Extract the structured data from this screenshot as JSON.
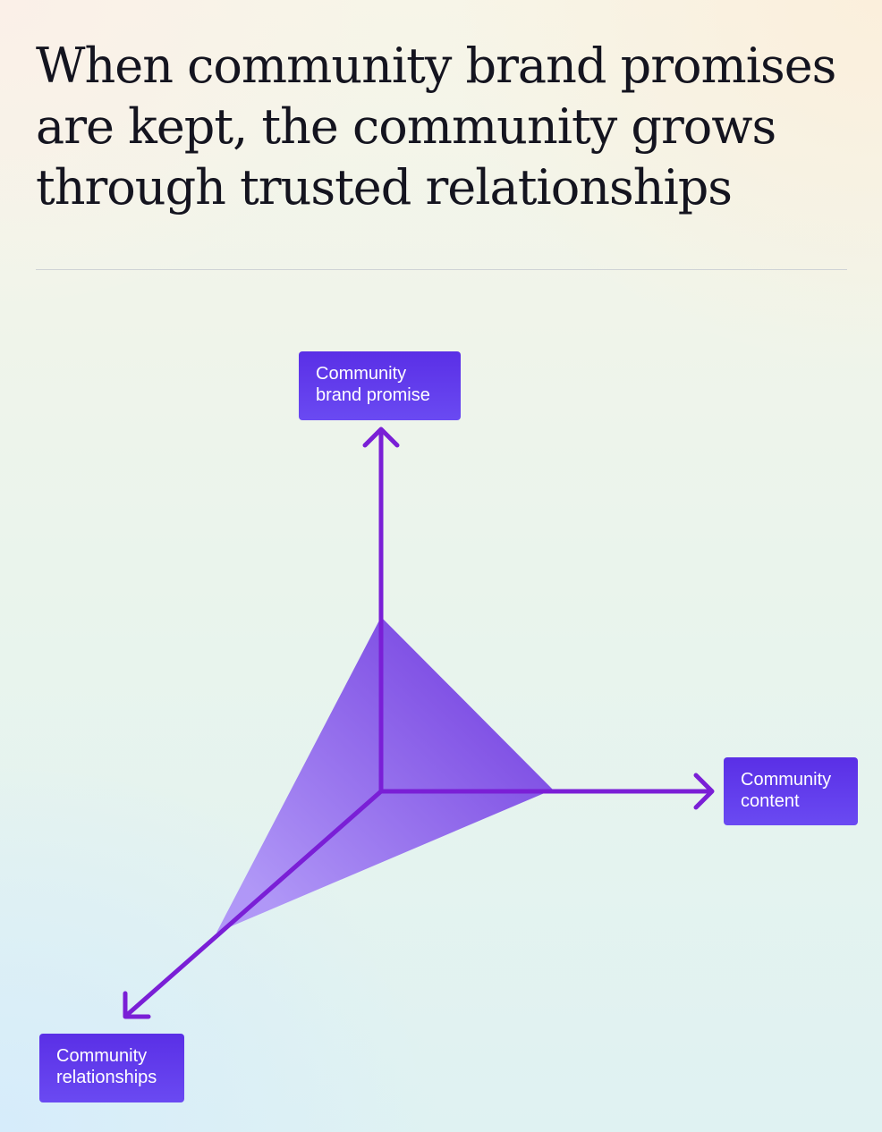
{
  "title": {
    "lines": [
      "When community brand promises",
      "are kept, the community grows",
      "through trusted relationships"
    ]
  },
  "diagram": {
    "axes": [
      {
        "id": "brand-promise",
        "lines": [
          "Community",
          "brand promise"
        ]
      },
      {
        "id": "content",
        "lines": [
          "Community",
          "content"
        ]
      },
      {
        "id": "relationships",
        "lines": [
          "Community",
          "relationships"
        ]
      }
    ],
    "colors": {
      "axis": "#7a1fd6",
      "triangle_light": "#a98af5",
      "triangle_dark": "#7a44e3",
      "label_bg": "#5a2fe6"
    }
  }
}
